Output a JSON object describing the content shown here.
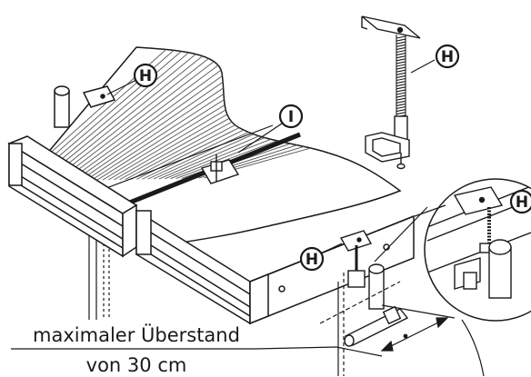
{
  "labels": {
    "callout_h_1": "H",
    "callout_i": "I",
    "callout_h_2": "H",
    "callout_h_3": "H",
    "callout_h_4": "H"
  },
  "caption": {
    "line1": "maximaler Überstand",
    "line2": "von 30 cm"
  },
  "colors": {
    "line": "#1a1a1a",
    "background": "#ffffff"
  }
}
